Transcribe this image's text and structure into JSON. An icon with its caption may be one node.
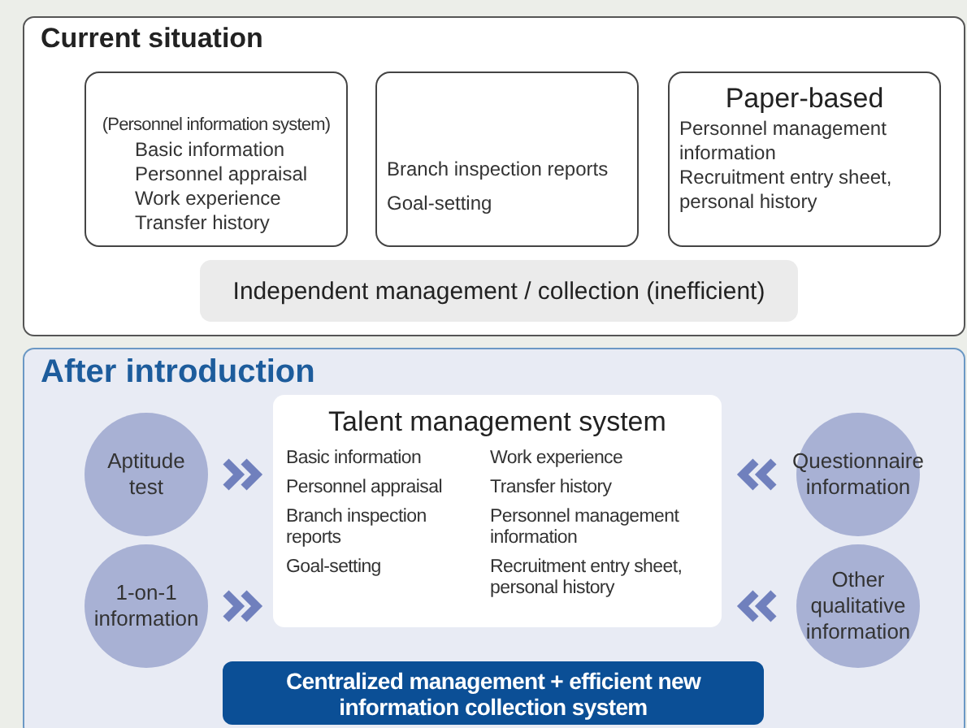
{
  "diagram": {
    "nodes": [
      {
        "text": [
          "Current situation"
        ]
      },
      {
        "text": [
          "(Personnel information system)",
          "Basic information",
          "Personnel appraisal",
          "Work experience",
          "Transfer history"
        ],
        "in": 0
      },
      {
        "text": [
          "Branch inspection reports",
          "Goal-setting"
        ],
        "in": 0
      },
      {
        "text": [
          "Paper-based",
          "Personnel management information",
          "Recruitment entry sheet, personal history"
        ],
        "in": 0
      },
      {
        "text": [
          "Independent management / collection (inefficient)"
        ],
        "in": 0
      },
      {
        "text": [
          "After introduction"
        ]
      },
      {
        "text": [
          "Aptitude test"
        ],
        "in": 5
      },
      {
        "text": [
          "1-on-1 information"
        ],
        "in": 5
      },
      {
        "text": [
          "Talent management system",
          "Basic information",
          "Personnel appraisal",
          "Branch inspection reports",
          "Goal-setting",
          "Work experience",
          "Transfer history",
          "Personnel management information",
          "Recruitment entry sheet, personal history"
        ],
        "in": 5
      },
      {
        "text": [
          "Questionnaire information"
        ],
        "in": 5
      },
      {
        "text": [
          "Other qualitative information"
        ],
        "in": 5
      },
      {
        "text": [
          "Centralized management + efficient new information collection system"
        ],
        "in": 5
      }
    ],
    "edges": [
      {
        "from": 6,
        "to": 8,
        "arrow": "to"
      },
      {
        "from": 7,
        "to": 8,
        "arrow": "to"
      },
      {
        "from": 9,
        "to": 8,
        "arrow": "to"
      },
      {
        "from": 10,
        "to": 8,
        "arrow": "to"
      }
    ]
  }
}
